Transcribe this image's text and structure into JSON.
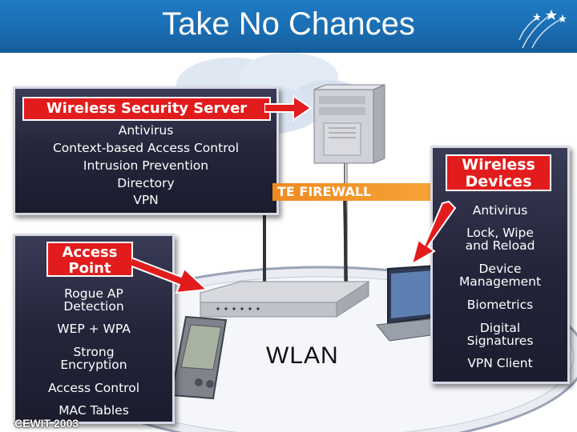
{
  "header": {
    "title": "Take No Chances"
  },
  "server_panel": {
    "label": "Wireless Security Server",
    "items": [
      "Antivirus",
      "Context-based Access Control",
      "Intrusion Prevention",
      "Directory",
      "VPN"
    ]
  },
  "firewall_label": "TE FIREWALL",
  "access_point_panel": {
    "label_line1": "Access",
    "label_line2": "Point",
    "items": [
      "Rogue AP",
      "Detection",
      "WEP + WPA",
      "Strong",
      "Encryption",
      "Access Control",
      "MAC Tables"
    ]
  },
  "devices_panel": {
    "label_line1": "Wireless",
    "label_line2": "Devices",
    "items": [
      "Antivirus",
      "Lock, Wipe",
      "and Reload",
      "Device",
      "Management",
      "Biometrics",
      "Digital",
      "Signatures",
      "VPN Client"
    ]
  },
  "wlan_label": "WLAN",
  "footer": {
    "text": "CEWIT 2003"
  },
  "colors": {
    "header": "#1a6cb0",
    "label_red": "#e21c1c",
    "firewall": "#f08a1e",
    "panel": "#24253a"
  }
}
